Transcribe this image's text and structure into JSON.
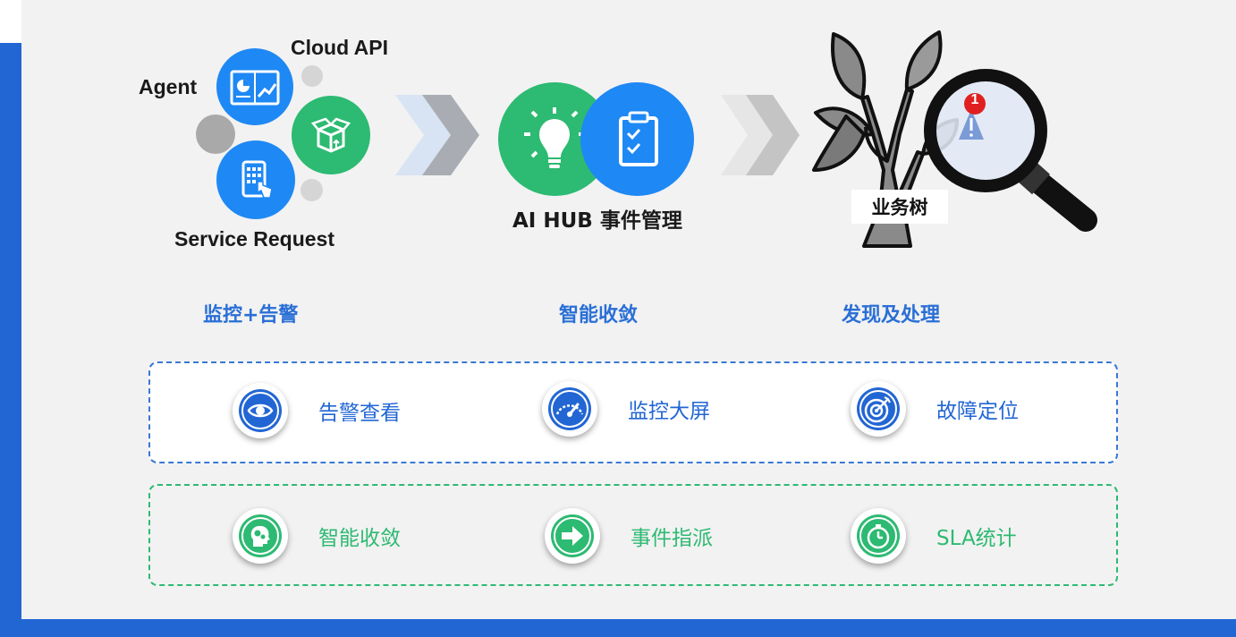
{
  "sources": {
    "cloud_api": "Cloud API",
    "agent": "Agent",
    "service_request": "Service Request"
  },
  "hub": {
    "label": "AI HUB 事件管理"
  },
  "tree": {
    "label": "业务树",
    "alert_badge": "1"
  },
  "stages": {
    "monitor_alert": "监控+告警",
    "smart_converge": "智能收敛",
    "discover_handle": "发现及处理"
  },
  "features_blue": [
    {
      "icon": "eye-icon",
      "label": "告警查看"
    },
    {
      "icon": "speedometer-icon",
      "label": "监控大屏"
    },
    {
      "icon": "target-icon",
      "label": "故障定位"
    }
  ],
  "features_green": [
    {
      "icon": "brain-gear-icon",
      "label": "智能收敛"
    },
    {
      "icon": "arrow-right-icon",
      "label": "事件指派"
    },
    {
      "icon": "stopwatch-icon",
      "label": "SLA统计"
    }
  ],
  "colors": {
    "brand_blue": "#2266d4",
    "icon_blue": "#1e88f5",
    "green": "#2dba72",
    "stage_text": "#2a6fd6"
  }
}
